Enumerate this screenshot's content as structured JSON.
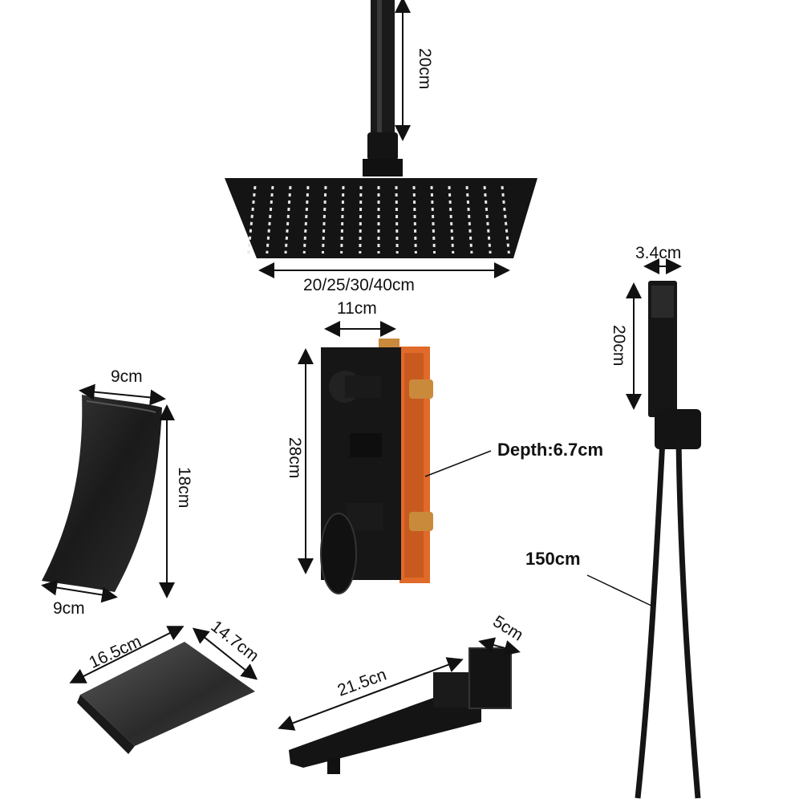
{
  "dimensions": {
    "arm_length": "20cm",
    "head_width": "20/25/30/40cm",
    "valve_width": "11cm",
    "valve_height": "28cm",
    "valve_depth": "Depth:6.7cm",
    "handheld_width": "3.4cm",
    "handheld_length": "20cm",
    "hose_length": "150cm",
    "waterfall_top": "9cm",
    "waterfall_bottom": "9cm",
    "waterfall_height": "18cm",
    "tray_length": "16.5cm",
    "tray_width": "14.7cm",
    "spout_length": "21.5cn",
    "spout_base": "5cm"
  },
  "colors": {
    "product": "#151515",
    "valve_body": "#e06a2a",
    "brass": "#c98a3c",
    "arrows": "#111111",
    "background": "#ffffff"
  }
}
